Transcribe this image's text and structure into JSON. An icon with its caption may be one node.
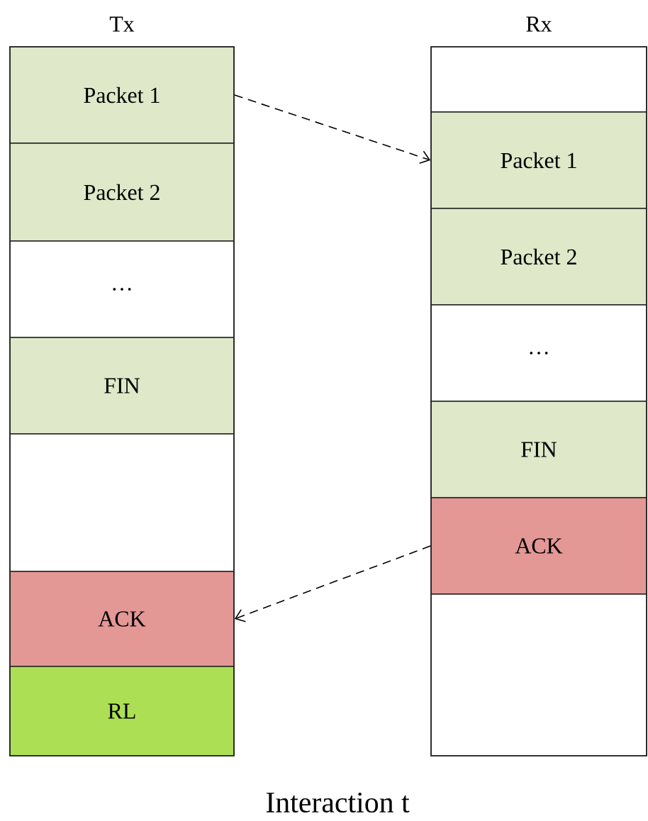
{
  "diagram": {
    "caption": "Interaction t",
    "nodes": [
      {
        "text": [
          "Tx"
        ]
      },
      {
        "text": [
          "Packet 1"
        ],
        "in": 0
      },
      {
        "text": [
          "Packet 2"
        ],
        "in": 0
      },
      {
        "text": [
          "…"
        ],
        "in": 0
      },
      {
        "text": [
          "FIN"
        ],
        "in": 0
      },
      {
        "text": [],
        "shape": "box",
        "in": 0
      },
      {
        "text": [
          "ACK"
        ],
        "in": 0
      },
      {
        "text": [
          "RL"
        ],
        "in": 0
      },
      {
        "text": [
          "Rx"
        ]
      },
      {
        "text": [],
        "shape": "box",
        "in": 8
      },
      {
        "text": [
          "Packet 1"
        ],
        "in": 8
      },
      {
        "text": [
          "Packet 2"
        ],
        "in": 8
      },
      {
        "text": [
          "…"
        ],
        "in": 8
      },
      {
        "text": [
          "FIN"
        ],
        "in": 8
      },
      {
        "text": [
          "ACK"
        ],
        "in": 8
      },
      {
        "text": [],
        "shape": "box",
        "in": 8
      }
    ],
    "edges": [
      {
        "from": 1,
        "to": 10,
        "arrow": "to",
        "style": "dashed"
      },
      {
        "from": 14,
        "to": 6,
        "arrow": "to",
        "style": "dashed"
      }
    ]
  }
}
